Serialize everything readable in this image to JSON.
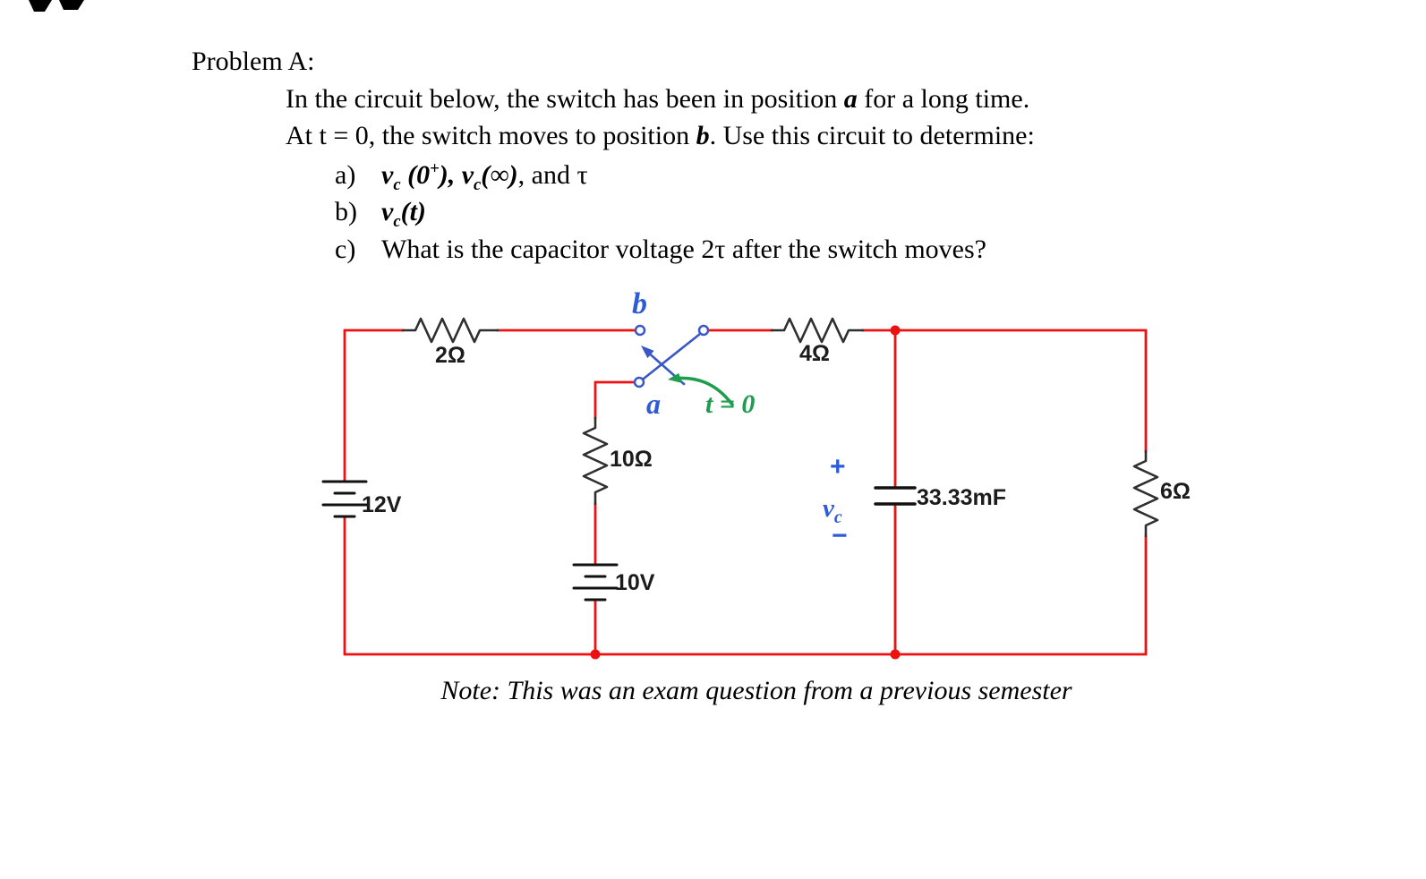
{
  "problem": {
    "title": "Problem A:",
    "line1": {
      "pre": "In the circuit below, the switch has been in position ",
      "em": "a",
      "post": " for a long time."
    },
    "line2": {
      "pre": "At t = 0, the switch moves to position ",
      "em": "b",
      "post": ". Use this circuit to determine:"
    },
    "items": {
      "a": {
        "label": "a)",
        "v1": "v",
        "v1sub": "c",
        "mid": " (0",
        "sup": "+",
        "close": "), ",
        "v2": "v",
        "v2sub": "c",
        "tail1": "(∞)",
        "tail2": ", and τ"
      },
      "b": {
        "label": "b)",
        "v": "v",
        "vsub": "c",
        "arg": "(t)"
      },
      "c": {
        "label": "c)",
        "text": "What is the capacitor voltage 2τ after the switch moves?"
      }
    }
  },
  "note": "Note: This was an exam question from a previous semester",
  "circuit": {
    "labels": {
      "r_top_left": "2Ω",
      "r_top_right": "4Ω",
      "r_mid": "10Ω",
      "r_right": "6Ω",
      "v_left": "12V",
      "v_mid": "10V",
      "cap": "33.33mF",
      "switch_b": "b",
      "switch_a": "a",
      "switch_time": "t = 0",
      "plus": "+",
      "vc_v": "v",
      "vc_sub": "c",
      "minus": "−"
    },
    "colors": {
      "wire_red": "#ee1111",
      "component_dark": "#2f2f2f",
      "switch_blue": "#3a57c8",
      "label_blue": "#2e5bd7",
      "annotation_green": "#1f9d4f"
    }
  }
}
